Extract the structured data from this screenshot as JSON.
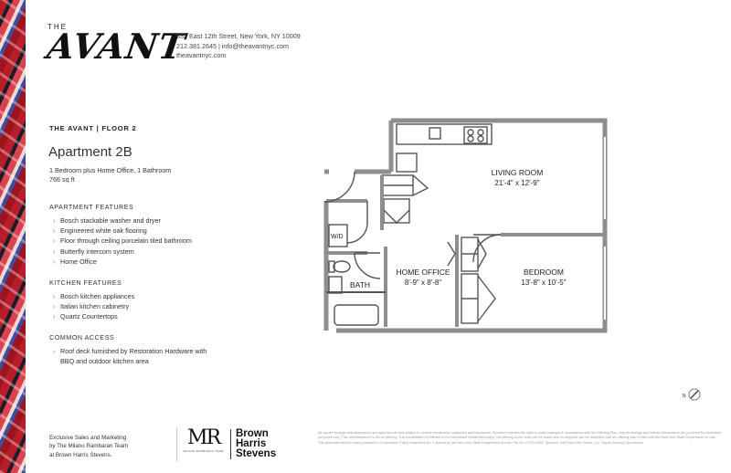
{
  "brand": {
    "the": "THE",
    "name": "AVANT"
  },
  "contact": {
    "address": "533 East 12th Street, New York, NY 10009",
    "phone_email": "212.381.2645 | info@theavantnyc.com",
    "website": "theavantnyc.com"
  },
  "unit": {
    "floor_label": "THE AVANT | FLOOR 2",
    "title": "Apartment 2B",
    "subtitle": "1 Bedroom plus Home Office, 1 Bathroom",
    "size": "766 sq ft"
  },
  "apartment_features": {
    "heading": "APARTMENT FEATURES",
    "items": [
      "Bosch stackable washer and dryer",
      "Engineered white oak flooring",
      "Floor through ceiling porcelain tiled bathroom",
      "Butterfly intercom system",
      "Home Office"
    ]
  },
  "kitchen_features": {
    "heading": "KITCHEN FEATURES",
    "items": [
      "Bosch kitchen appliances",
      "Italian kitchen cabinetry",
      "Quartz Countertops"
    ]
  },
  "common_access": {
    "heading": "COMMON ACCESS",
    "items_line1": "Roof deck furnished by Restoration Hardware with",
    "items_line2": "BBQ and outdoor kitchen area"
  },
  "floorplan": {
    "living_room": {
      "name": "LIVING ROOM",
      "dims": "21'-4\" x 12'-9\""
    },
    "home_office": {
      "name": "HOME OFFICE",
      "dims": "8'-9\" x 8'-8\""
    },
    "bedroom": {
      "name": "BEDROOM",
      "dims": "13'-8\" x 10'-5\""
    },
    "bath": {
      "name": "BATH"
    },
    "washer_dryer": "W/D",
    "north": "N"
  },
  "footer": {
    "line1": "Exclusive Sales and Marketing",
    "line2": "by The Milano Rambaran Team",
    "line3": "at Brown Harris Stevens.",
    "mr_mark": "MR",
    "mr_caption": "MILANO RAMBARAN TEAM",
    "bhs_line1": "Brown",
    "bhs_line2": "Harris",
    "bhs_line3": "Stevens",
    "disclaimer": "All square footage and dimensions are approximate and subject to normal construction variances and tolerances. Sponsor reserves the right to make changes in accordance with the Offering Plan. Any renderings and interior decorations are provided for illustrative purposes only. This advertisement is not an offering. It is a solicitation of interest in the advertised residential unit(s). No offering of the units can be made and no deposits can be accepted until an offering plan is filed with the New York State Department of Law. This advertisement is made pursuant to Cooperative Policy Statement No. 1 issued by the New York State Department of Law. File No. CP23-0039. Sponsor: 533 East 12th Owner LLC. Equal Housing Opportunity."
  },
  "colors": {
    "wall": "#9a9a9a",
    "accent_red": "#b81d2a"
  }
}
